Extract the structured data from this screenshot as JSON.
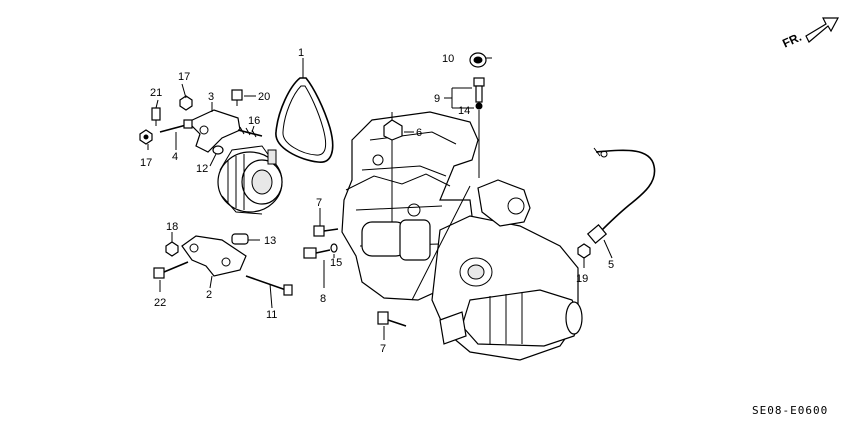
{
  "diagram": {
    "code": "SE08-E0600",
    "direction_label": "FR.",
    "callouts": [
      "1",
      "2",
      "3",
      "4",
      "5",
      "6",
      "7",
      "7",
      "8",
      "9",
      "10",
      "11",
      "12",
      "13",
      "14",
      "15",
      "16",
      "17",
      "17",
      "18",
      "19",
      "20",
      "21",
      "22"
    ]
  }
}
